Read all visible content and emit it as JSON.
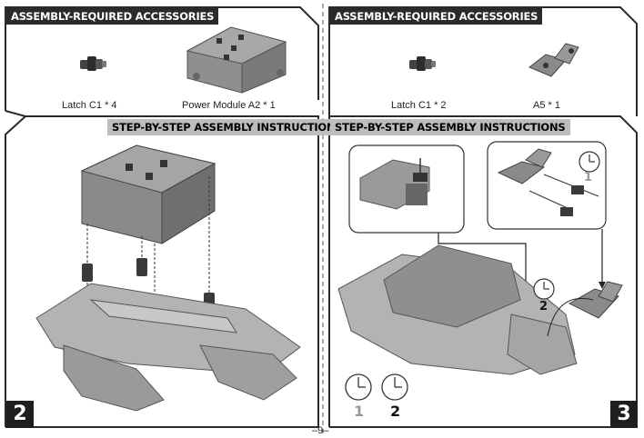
{
  "left": {
    "accessories_title": "ASSEMBLY-REQUIRED ACCESSORIES",
    "accessories": [
      {
        "label": "Latch C1 * 4",
        "icon": "latch-icon"
      },
      {
        "label": "Power Module A2 * 1",
        "icon": "power-module-icon"
      }
    ],
    "instructions_title": "STEP-BY-STEP ASSEMBLY INSTRUCTIONS",
    "step_number": "2"
  },
  "right": {
    "accessories_title": "ASSEMBLY-REQUIRED ACCESSORIES",
    "accessories": [
      {
        "label": "Latch C1 * 2",
        "icon": "latch-icon"
      },
      {
        "label": "A5 * 1",
        "icon": "a5-bracket-icon"
      }
    ],
    "instructions_title": "STEP-BY-STEP ASSEMBLY INSTRUCTIONS",
    "step_number": "3",
    "detail_clock_label": "1",
    "main_clock_label": "2",
    "legend_clocks": [
      {
        "label": "1",
        "color": "#9a9a9a"
      },
      {
        "label": "2",
        "color": "#111111"
      }
    ]
  },
  "page_number": "–9–",
  "colors": {
    "frame": "#2b2b2b",
    "part_gray": "#9b9b9b",
    "part_dark": "#5c5c5c",
    "header_dark": "#2a2a2a",
    "header_gray": "#bdbdbd"
  }
}
